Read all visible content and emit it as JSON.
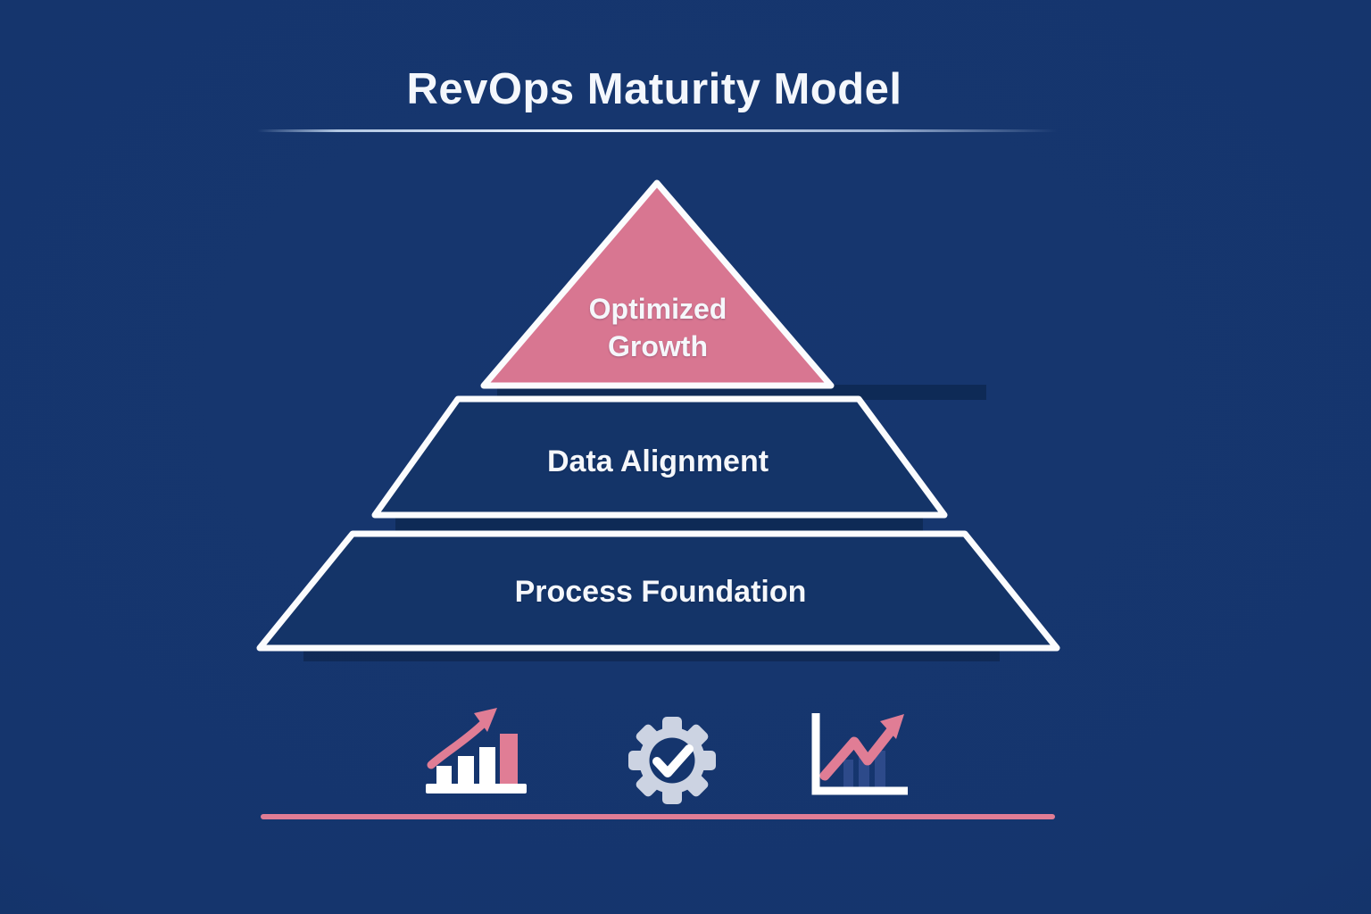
{
  "title": "RevOps Maturity Model",
  "pyramid": {
    "tiers": [
      {
        "label": "Optimized Growth",
        "position": "top"
      },
      {
        "label": "Data Alignment",
        "position": "middle"
      },
      {
        "label": "Process Foundation",
        "position": "bottom"
      }
    ]
  },
  "footer_icons": [
    {
      "name": "growth-bars-icon",
      "depicts": "ascending bar chart with rising arrow"
    },
    {
      "name": "gear-check-icon",
      "depicts": "gear with checkmark"
    },
    {
      "name": "line-chart-arrow-icon",
      "depicts": "line chart with upward trend arrow"
    }
  ],
  "colors": {
    "background": "#15356d",
    "tier_top_pink": "#d87691",
    "tier_fill_navy": "#143468",
    "tier_border_white": "#fbfcfe",
    "shadow_navy": "#0e2a56",
    "accent_pink": "#e07d95",
    "gear_gray": "#ccd3e2",
    "chart_bar_blue": "#2d4a8a",
    "text_white": "#f4f7fc"
  }
}
